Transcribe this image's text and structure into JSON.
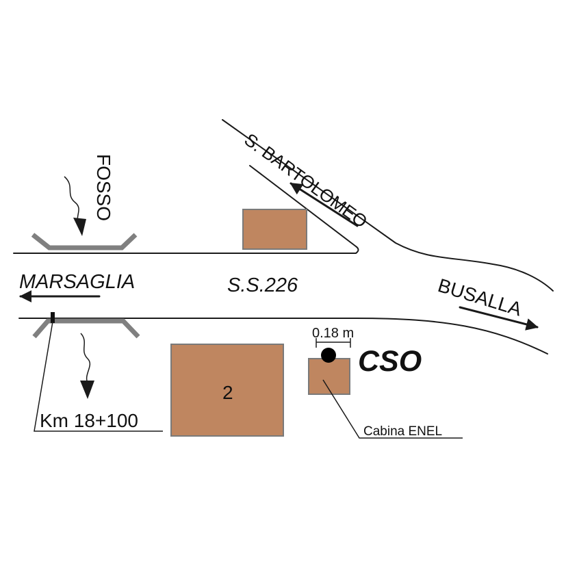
{
  "labels": {
    "marsaglia": "MARSAGLIA",
    "ss226": "S.S.226",
    "busalla": "BUSALLA",
    "s_bartolomeo": "S. BARTOLOMEO",
    "fosso": "FOSSO",
    "km": "Km 18+100",
    "cso": "CSO",
    "dimension": "0.18 m",
    "cabina": "Cabina ENEL",
    "building_number": "2"
  },
  "colors": {
    "building": "#bf8660",
    "bridge": "#808080",
    "ink": "#1a1a1a"
  },
  "icons": {
    "stream": "wavy-stream-line",
    "flow": "arrow"
  }
}
